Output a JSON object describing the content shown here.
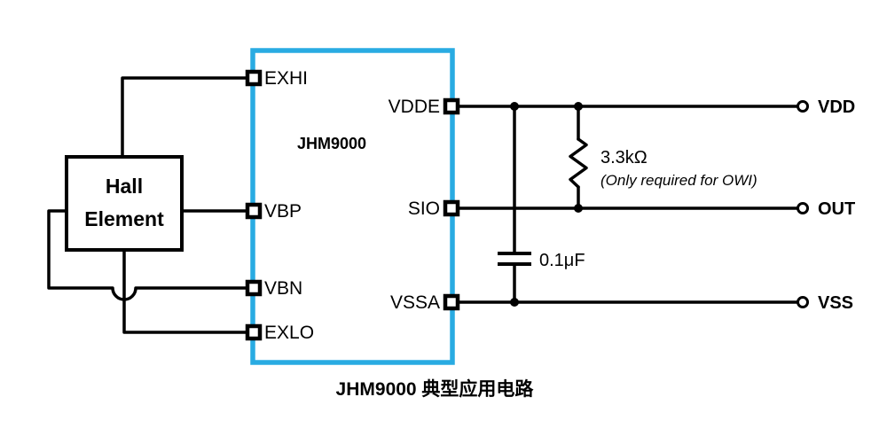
{
  "colors": {
    "ic_border": "#29ABE2",
    "wire": "#000000",
    "text": "#000000",
    "background": "#FFFFFF"
  },
  "ic": {
    "label": "JHM9000",
    "pins": {
      "left": [
        "EXHI",
        "VBP",
        "VBN",
        "EXLO"
      ],
      "right": [
        "VDDE",
        "SIO",
        "VSSA"
      ]
    }
  },
  "hall_element": {
    "line1": "Hall",
    "line2": "Element"
  },
  "components": {
    "resistor": {
      "value": "3.3kΩ",
      "note": "(Only required for OWI)"
    },
    "capacitor": {
      "value": "0.1μF"
    }
  },
  "terminals": {
    "vdd": "VDD",
    "out": "OUT",
    "vss": "VSS"
  },
  "caption": "JHM9000 典型应用电路"
}
